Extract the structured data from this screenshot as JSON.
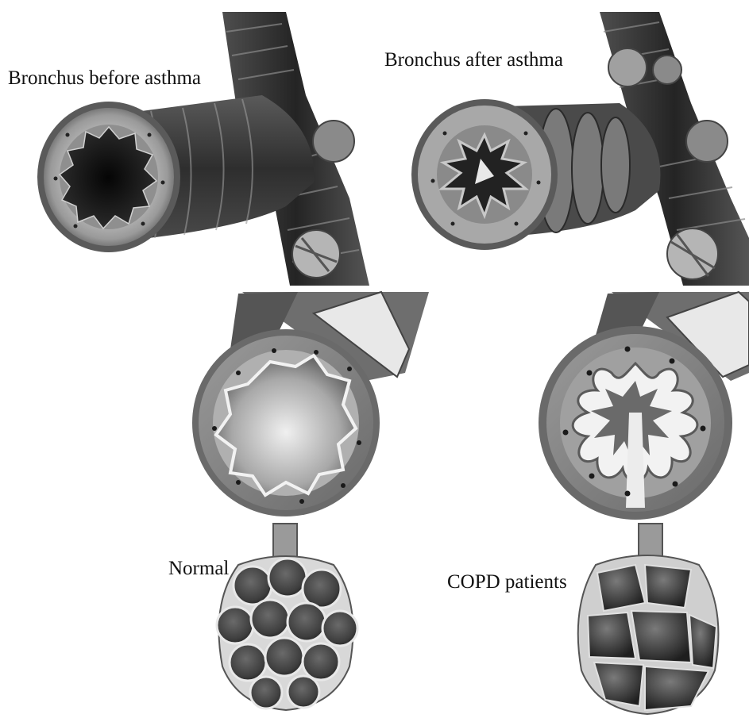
{
  "labels": {
    "before": "Bronchus before asthma",
    "after": "Bronchus after asthma",
    "normal": "Normal",
    "copd": "COPD patients"
  },
  "colors": {
    "background": "#ffffff",
    "tube_dark": "#3a3a3a",
    "tube_mid": "#6e6e6e",
    "wall_light": "#c9c9c9",
    "lumen_dark": "#111111",
    "cartilage": "#e8e8e8"
  }
}
